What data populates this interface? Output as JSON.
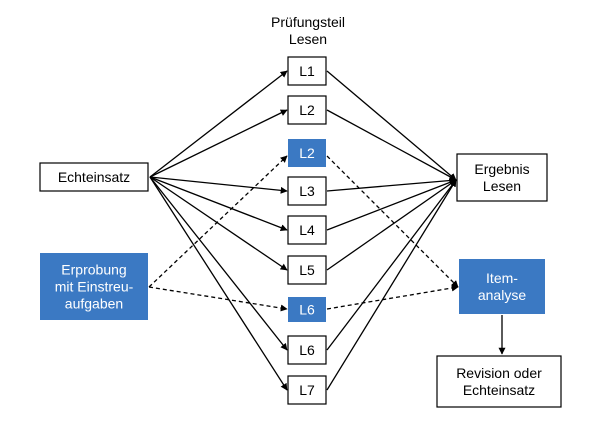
{
  "colors": {
    "accent": "#3b79c3",
    "line": "#000000",
    "box_border": "#000000"
  },
  "title_lines": [
    "Prüfungsteil",
    "Lesen"
  ],
  "nodes": {
    "echteinsatz": {
      "lines": [
        "Echteinsatz"
      ]
    },
    "erprobung": {
      "lines": [
        "Erprobung",
        "mit Einstreu-",
        "aufgaben"
      ]
    },
    "l1": {
      "lines": [
        "L1"
      ]
    },
    "l2": {
      "lines": [
        "L2"
      ]
    },
    "l2b": {
      "lines": [
        "L2"
      ]
    },
    "l3": {
      "lines": [
        "L3"
      ]
    },
    "l4": {
      "lines": [
        "L4"
      ]
    },
    "l5": {
      "lines": [
        "L5"
      ]
    },
    "l6b": {
      "lines": [
        "L6"
      ]
    },
    "l6": {
      "lines": [
        "L6"
      ]
    },
    "l7": {
      "lines": [
        "L7"
      ]
    },
    "ergebnis": {
      "lines": [
        "Ergebnis",
        "Lesen"
      ]
    },
    "itemanalyse": {
      "lines": [
        "Item-",
        "analyse"
      ]
    },
    "revision": {
      "lines": [
        "Revision oder",
        "Echteinsatz"
      ]
    }
  }
}
